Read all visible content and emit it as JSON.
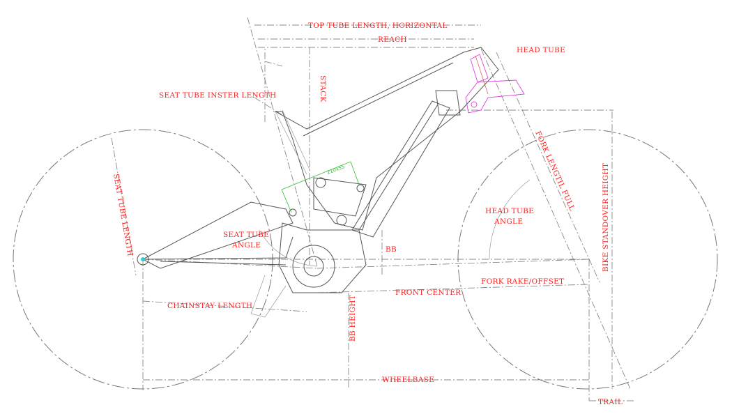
{
  "title": "Bike frame geometry drawing",
  "labels": {
    "top_tube": "TOP TUBE LENGTH, HORIZONTAL",
    "reach": "REACH",
    "head_tube": "HEAD TUBE",
    "seat_tube_insert": "SEAT TUBE INSTER LENGTH",
    "stack": "STACK",
    "seat_tube_length": "SEAT TUBE LENGTH",
    "fork_length": "FORK LENGTIL FULL",
    "head_tube_angle_1": "HEAD TUBE",
    "head_tube_angle_2": "ANGLE",
    "seat_tube_angle_1": "SEAT TUBE",
    "seat_tube_angle_2": "ANGLE",
    "bb": "BB",
    "bike_standover": "BIKE STANDOVER HEIGHT",
    "fork_rake": "FORK RAKE/OFFSET",
    "front_center": "FRONT CENTER",
    "chainstay": "CHAINSTAY LENGTH",
    "bb_height": "BB HEIGHT",
    "wheelbase": "WHEELBASE",
    "trail": "TRAIL",
    "shock_size": "210x55"
  },
  "colors": {
    "label": "#ff2020",
    "fork": "#e040e0",
    "shock_dim": "#33bb33"
  }
}
